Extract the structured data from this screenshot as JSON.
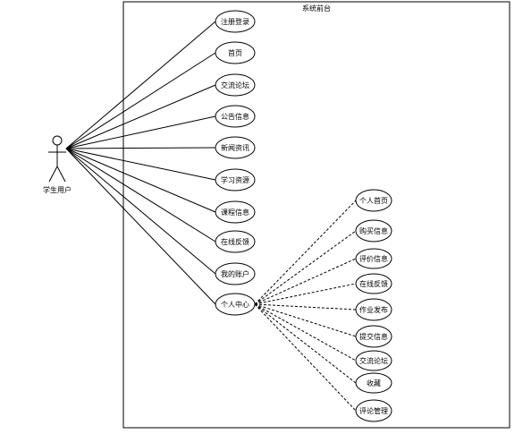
{
  "system": {
    "title": "系统前台"
  },
  "actor": {
    "label": "学生用户"
  },
  "use_cases": [
    {
      "id": "register-login",
      "label": "注册登录"
    },
    {
      "id": "home",
      "label": "首页"
    },
    {
      "id": "forum",
      "label": "交流论坛"
    },
    {
      "id": "announcement",
      "label": "公告信息"
    },
    {
      "id": "news",
      "label": "新闻资讯"
    },
    {
      "id": "learning-resources",
      "label": "学习资源"
    },
    {
      "id": "course-info",
      "label": "课程信息"
    },
    {
      "id": "online-feedback",
      "label": "在线反馈"
    },
    {
      "id": "my-account",
      "label": "我的账户"
    },
    {
      "id": "personal-center",
      "label": "个人中心"
    }
  ],
  "sub_use_cases": [
    {
      "id": "personal-home",
      "label": "个人首页"
    },
    {
      "id": "purchase-info",
      "label": "购买信息"
    },
    {
      "id": "evaluation-info",
      "label": "评价信息"
    },
    {
      "id": "sub-online-feedback",
      "label": "在线反馈"
    },
    {
      "id": "homework-publish",
      "label": "作业发布"
    },
    {
      "id": "submit-info",
      "label": "提交信息"
    },
    {
      "id": "sub-forum",
      "label": "交流论坛"
    },
    {
      "id": "favorites",
      "label": "收藏"
    },
    {
      "id": "comment-management",
      "label": "评论管理"
    }
  ],
  "colors": {
    "stroke": "#000000",
    "background": "#ffffff"
  }
}
